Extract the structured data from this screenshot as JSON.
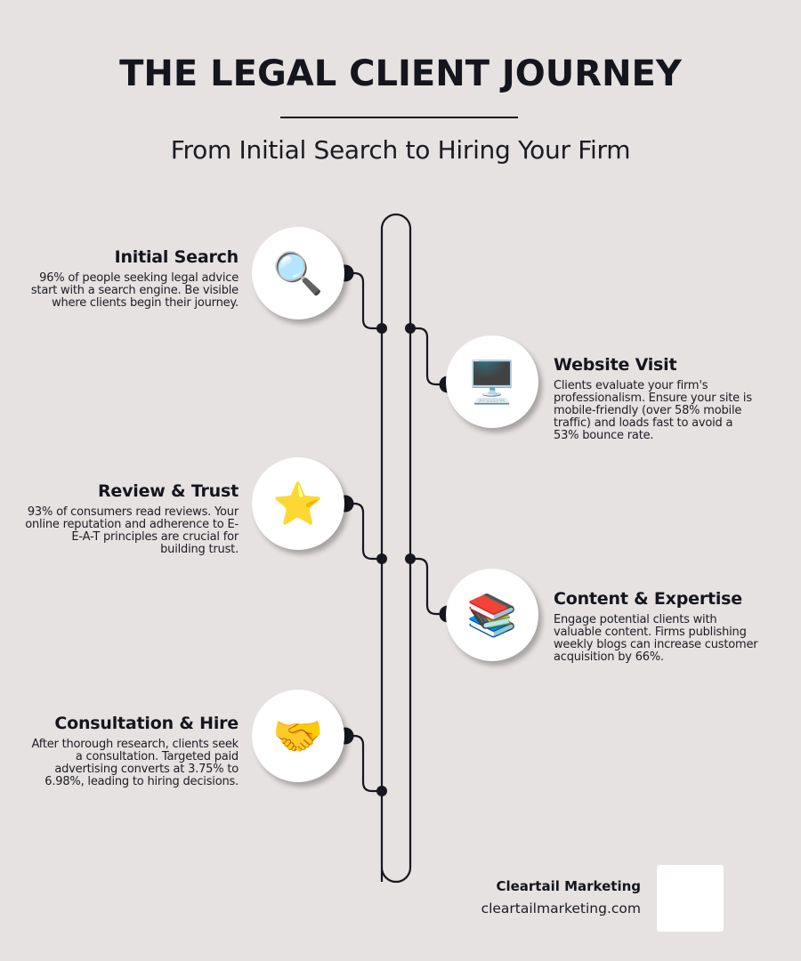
{
  "header": {
    "title": "THE LEGAL CLIENT JOURNEY",
    "subtitle": "From Initial Search to Hiring Your Firm"
  },
  "colors": {
    "background": "#E6E2E1",
    "ink": "#17171F",
    "circle": "#FFFFFF"
  },
  "steps": [
    {
      "side": "left",
      "icon": "magnifying-glass-icon",
      "glyph": "🔍",
      "title": "Initial Search",
      "description": "96% of people seeking legal advice start with a search engine. Be visible where clients begin their journey."
    },
    {
      "side": "right",
      "icon": "desktop-computer-icon",
      "glyph": "🖥️",
      "title": "Website Visit",
      "description": "Clients evaluate your firm's professionalism. Ensure your site is mobile-friendly (over 58% mobile traffic) and loads fast to avoid a 53% bounce rate."
    },
    {
      "side": "left",
      "icon": "star-icon",
      "glyph": "⭐",
      "title": "Review & Trust",
      "description": "93% of consumers read reviews. Your online reputation and adherence to E-E-A-T principles are crucial for building trust."
    },
    {
      "side": "right",
      "icon": "books-icon",
      "glyph": "📚",
      "title": "Content & Expertise",
      "description": "Engage potential clients with valuable content. Firms publishing weekly blogs can increase customer acquisition by 66%."
    },
    {
      "side": "left",
      "icon": "handshake-icon",
      "glyph": "🤝",
      "title": "Consultation & Hire",
      "description": "After thorough research, clients seek a consultation. Targeted paid advertising converts at 3.75% to 6.98%, leading to hiring decisions."
    }
  ],
  "footer": {
    "company": "Cleartail Marketing",
    "url": "cleartailmarketing.com"
  }
}
